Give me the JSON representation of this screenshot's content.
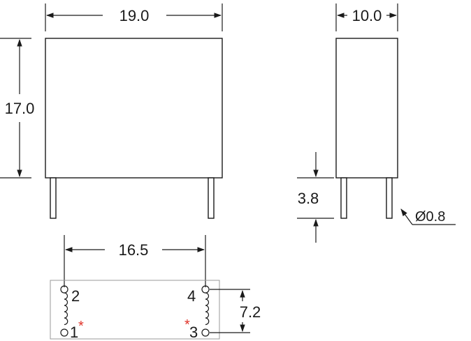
{
  "dimensions": {
    "width": "19.0",
    "height": "17.0",
    "depth": "10.0",
    "pin_spacing": "16.5",
    "pin_length": "3.8",
    "pin_diameter": "Ø0.8",
    "coil_pitch": "7.2"
  },
  "pins": {
    "p1": "1",
    "p2": "2",
    "p3": "3",
    "p4": "4",
    "polarity_mark": "*"
  },
  "colors": {
    "line": "#1a1a1a",
    "polarity": "#e0342a",
    "outline": "#9a9a9a"
  }
}
